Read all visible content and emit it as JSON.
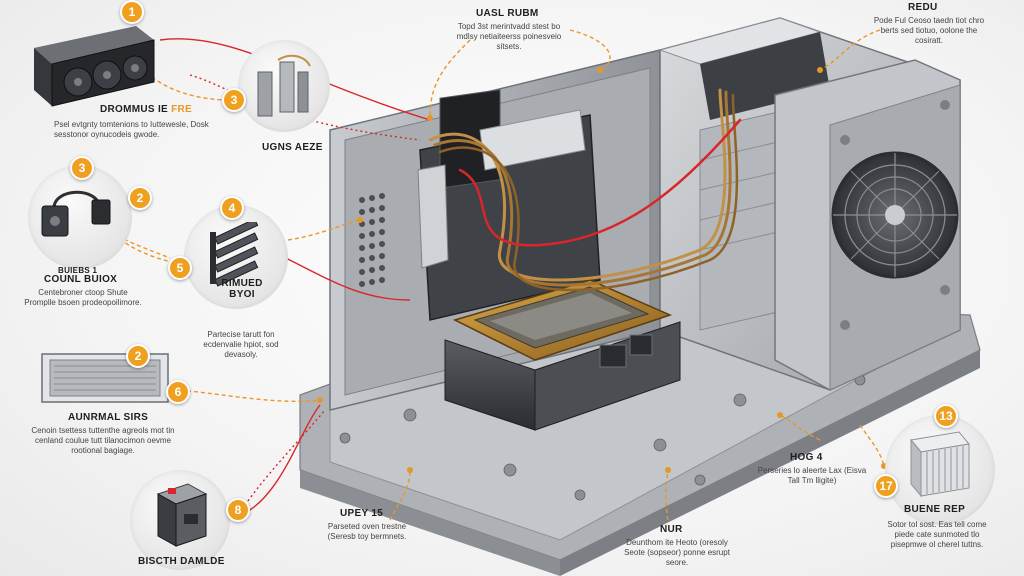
{
  "colors": {
    "accent": "#f0a020",
    "leader_dashed": "#e8962a",
    "leader_red": "#d8262a",
    "case_metal": "#b9bcc0",
    "gold_socket": "#b8862e"
  },
  "components": [
    {
      "badge": "1",
      "title": "DROMMUS IE",
      "title_highlight": "FRE",
      "desc": "Psel evtgnty tomtenions to Iuttewesle, Dosk sesstonor oynucodeis gwode.",
      "icon": "graphics-card-icon"
    },
    {
      "badge": "3",
      "title": "UGNS AEZE",
      "title_highlight": "",
      "desc": "",
      "icon": "ram-bracket-icon"
    },
    {
      "badge": "3",
      "title": "BUIEBS 1",
      "title_highlight": "",
      "desc": "",
      "icon": ""
    },
    {
      "badge": "2",
      "title": "COUNL BUIOX",
      "title_highlight": "",
      "desc": "Centebroner ctoop Shute Promplle bsoen prodeopoilimore.",
      "icon": "cooler-pump-icon"
    },
    {
      "badge": "4",
      "title": "RIMUED",
      "title_highlight": "",
      "desc": "",
      "icon": "ram-sticks-icon"
    },
    {
      "badge": "5",
      "title": "RIMUED BYOI",
      "title_highlight": "",
      "desc": "Partecise tarutt fon ecdenvalie hpiot, sod devasoly.",
      "icon": ""
    },
    {
      "badge": "2",
      "title": "",
      "title_highlight": "",
      "desc": "",
      "icon": "motherboard-board-icon"
    },
    {
      "badge": "6",
      "title": "AUNRMAL SIRS",
      "title_highlight": "",
      "desc": "Cenoin tsettess tuttenthe agreols mot tin cenland coulue tutt tilanocimon oevme rootional bagiage.",
      "icon": ""
    },
    {
      "badge": "8",
      "title": "BISCTH DAMLDE",
      "title_highlight": "",
      "desc": "",
      "icon": "power-brick-icon"
    },
    {
      "badge": "",
      "title": "UASL RUBM",
      "title_highlight": "",
      "desc": "Topd 3st merintvadd stest bo mdlsy netiaiteerss poinesveio sitsets.",
      "icon": ""
    },
    {
      "badge": "",
      "title": "REDU",
      "title_highlight": "",
      "desc": "Pode Ful Ceoso taedn tiot chro berts sed tiotuo, oolone the cosiratt.",
      "icon": ""
    },
    {
      "badge": "",
      "title": "HOG 4",
      "title_highlight": "",
      "desc": "Perseries lo aleerte Lax (Eisva Tall Tm lligite)",
      "icon": ""
    },
    {
      "badge": "",
      "title": "UPEY 15",
      "title_highlight": "",
      "desc": "Parseted oven trestne (Seresb toy bermnets.",
      "icon": ""
    },
    {
      "badge": "",
      "title": "NUR",
      "title_highlight": "",
      "desc": "Deunthom ite Heoto (oresoly Seote (sopseor) ponne esrupt seore.",
      "icon": ""
    },
    {
      "badge": "17",
      "title": "BUENE REP",
      "title_highlight": "",
      "desc": "Sotor tol sost. Eas tell come piede cate sunmoted tlo pisepmwe ol cherel tuttns.",
      "icon": "radiator-icon"
    },
    {
      "badge": "13",
      "title": "",
      "title_highlight": "",
      "desc": "",
      "icon": ""
    }
  ]
}
